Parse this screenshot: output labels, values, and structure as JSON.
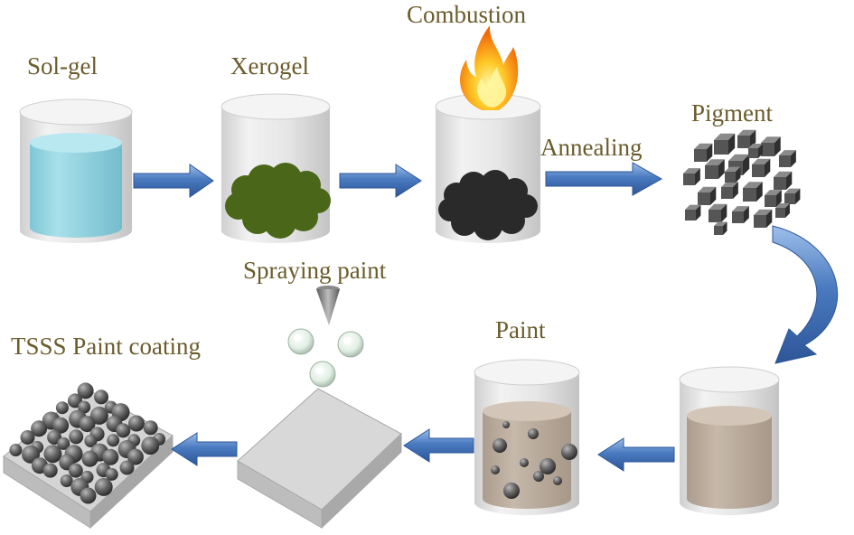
{
  "labels": {
    "solgel": "Sol-gel",
    "xerogel": "Xerogel",
    "combustion": "Combustion",
    "annealing": "Annealing",
    "pigment": "Pigment",
    "spraying": "Spraying paint",
    "paint": "Paint",
    "coating": "TSSS Paint coating"
  },
  "colors": {
    "label_text": "#6b5c2c",
    "arrow": "#4a7ac0",
    "liquid_solgel": "#8ed3e0",
    "xerogel": "#4a6618",
    "combustion_residue": "#2a2a2a",
    "paint": "#bfb1a2",
    "beaker": "#e4e4e4"
  },
  "steps": [
    "Sol-gel",
    "Xerogel",
    "Combustion",
    "Annealing",
    "Pigment",
    "Paint",
    "Spraying paint",
    "TSSS Paint coating"
  ]
}
